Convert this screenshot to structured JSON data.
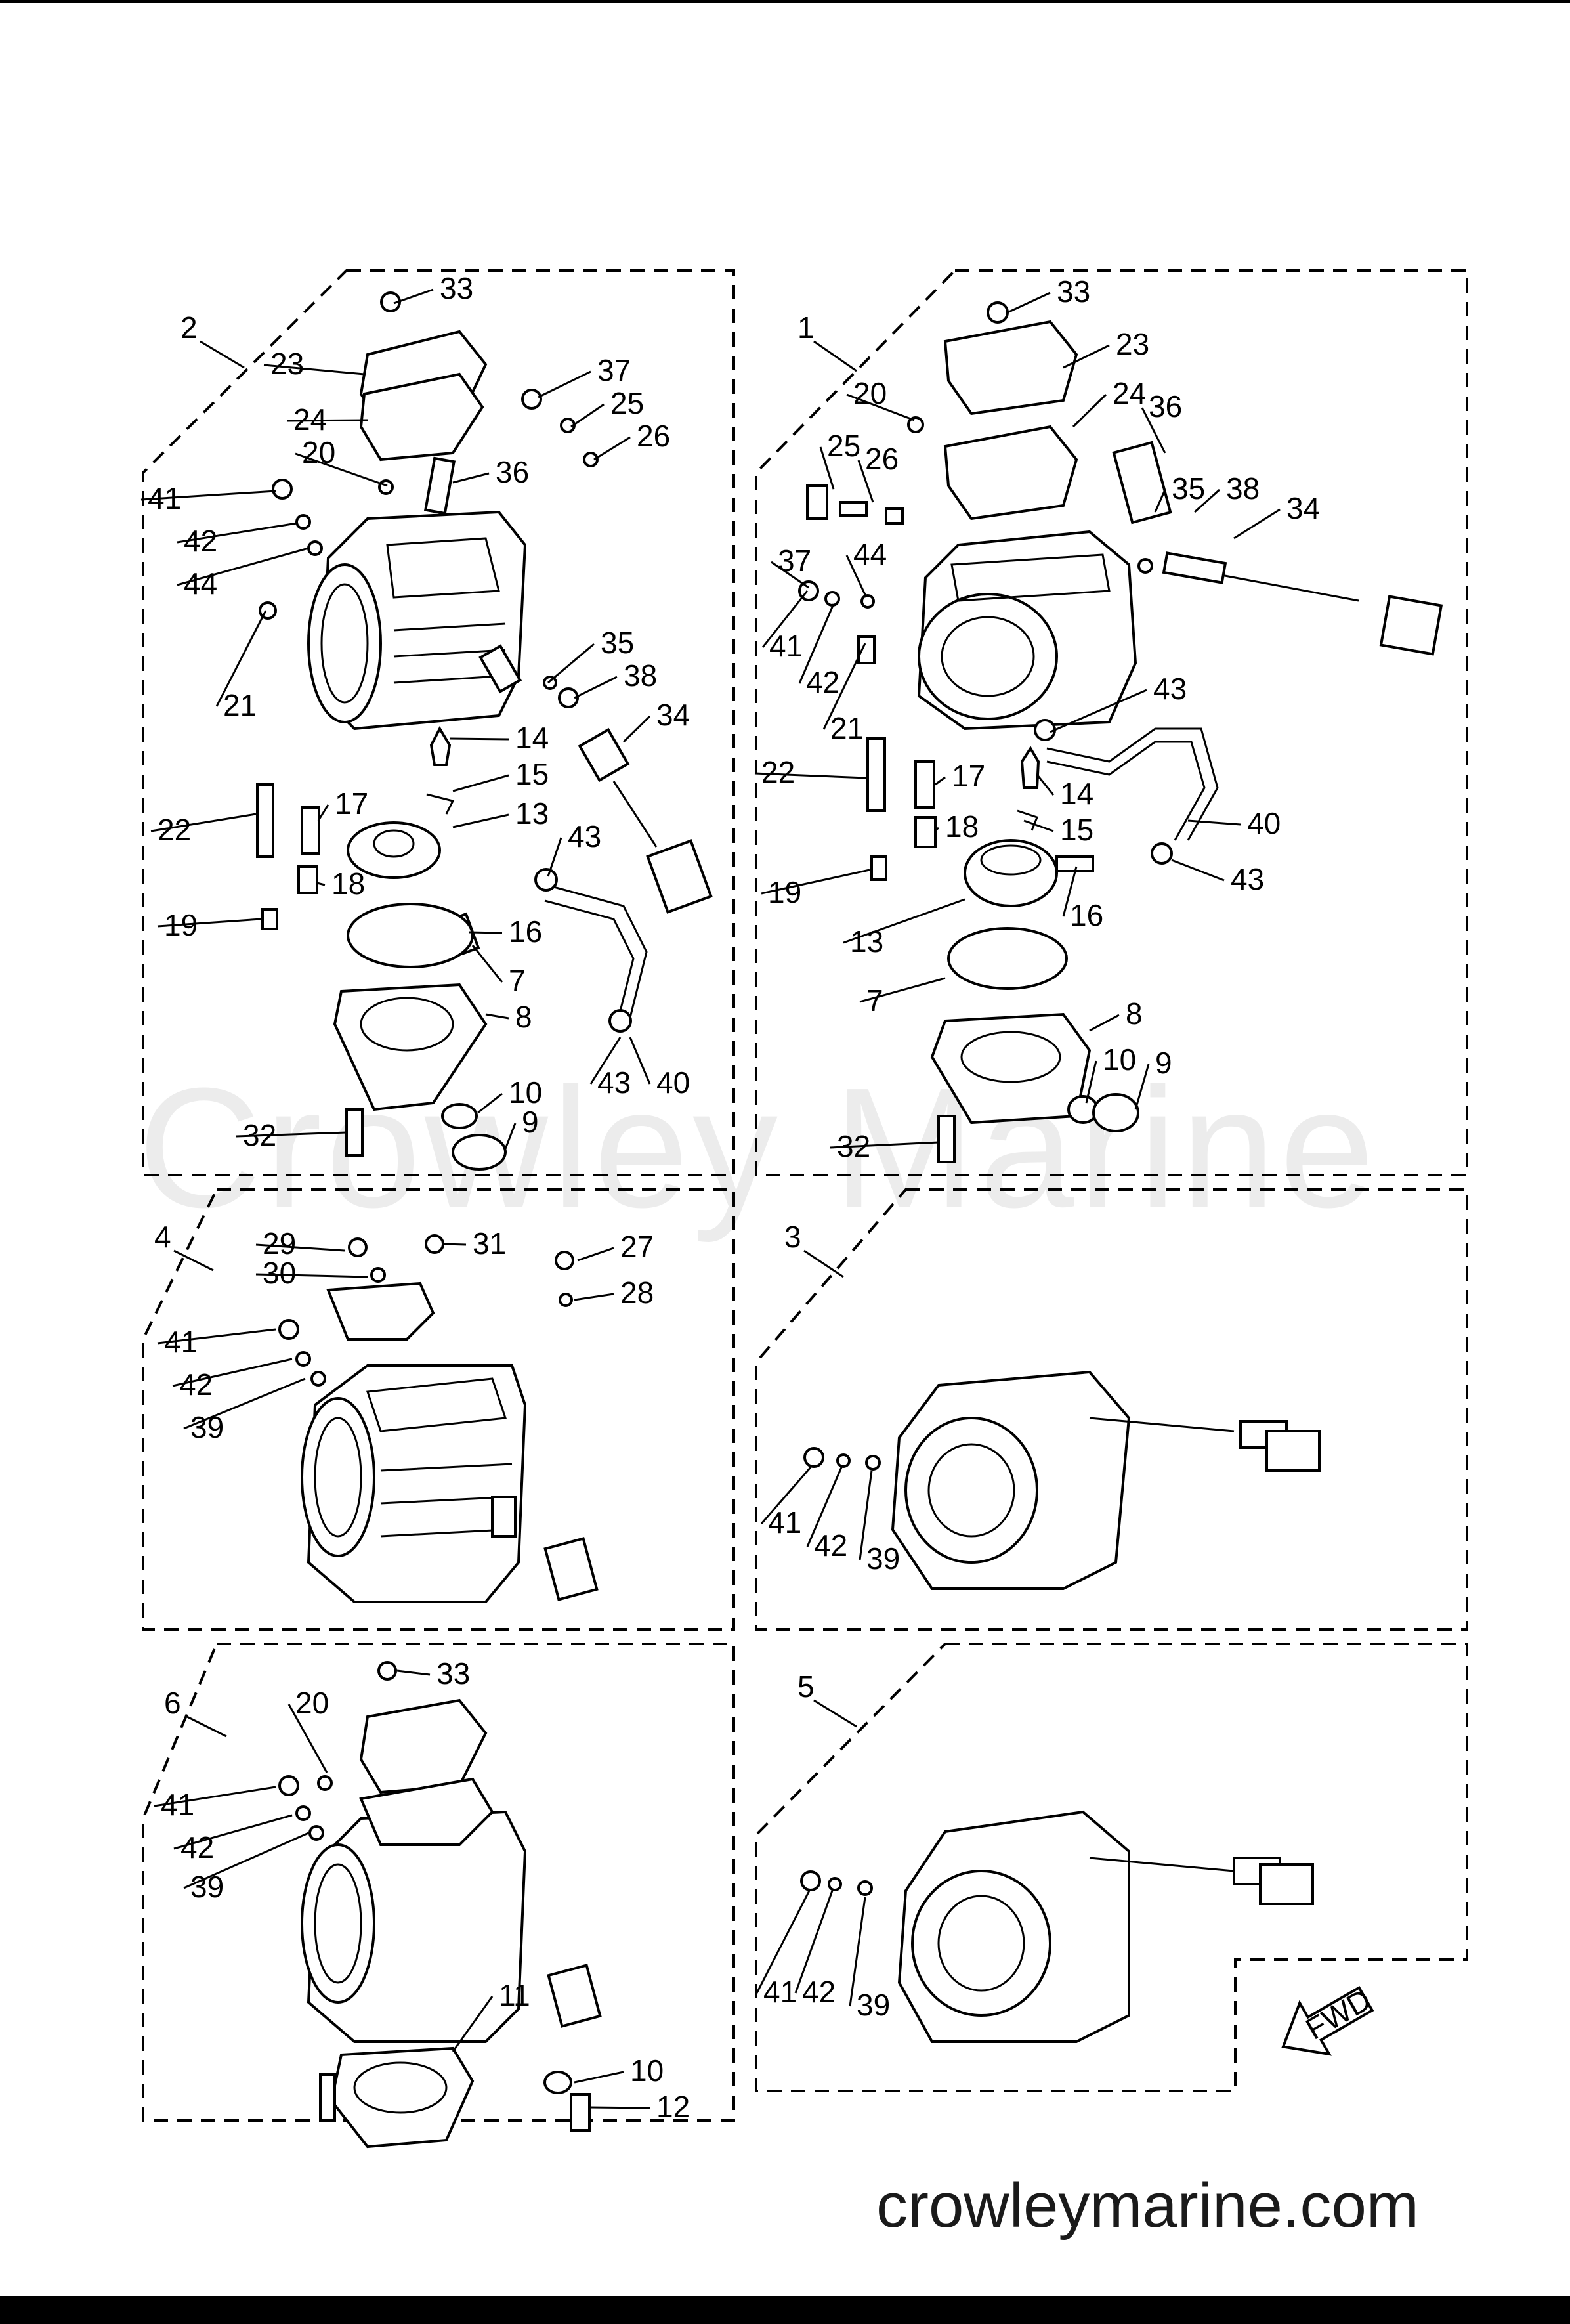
{
  "watermark": "Crowley Marine",
  "site_url": "crowleymarine.com",
  "fwd_label": "FWD",
  "groups": [
    {
      "id": "1",
      "name": "group-1"
    },
    {
      "id": "2",
      "name": "group-2"
    },
    {
      "id": "3",
      "name": "group-3"
    },
    {
      "id": "4",
      "name": "group-4"
    },
    {
      "id": "5",
      "name": "group-5"
    },
    {
      "id": "6",
      "name": "group-6"
    }
  ],
  "callouts": {
    "g2": [
      "33",
      "23",
      "24",
      "37",
      "25",
      "26",
      "20",
      "36",
      "41",
      "42",
      "44",
      "21",
      "35",
      "38",
      "14",
      "34",
      "15",
      "13",
      "43",
      "22",
      "17",
      "18",
      "16",
      "19",
      "7",
      "8",
      "43",
      "40",
      "10",
      "32",
      "9"
    ],
    "g1": [
      "33",
      "23",
      "20",
      "24",
      "36",
      "25",
      "26",
      "35",
      "38",
      "34",
      "37",
      "44",
      "41",
      "42",
      "21",
      "43",
      "22",
      "17",
      "14",
      "40",
      "18",
      "15",
      "19",
      "16",
      "13",
      "43",
      "7",
      "8",
      "10",
      "9",
      "32"
    ],
    "g4": [
      "29",
      "31",
      "27",
      "30",
      "28",
      "41",
      "42",
      "39"
    ],
    "g3": [
      "41",
      "42",
      "39"
    ],
    "g6": [
      "33",
      "20",
      "41",
      "42",
      "39",
      "11",
      "10",
      "12"
    ],
    "g5": [
      "41",
      "42",
      "39"
    ]
  }
}
